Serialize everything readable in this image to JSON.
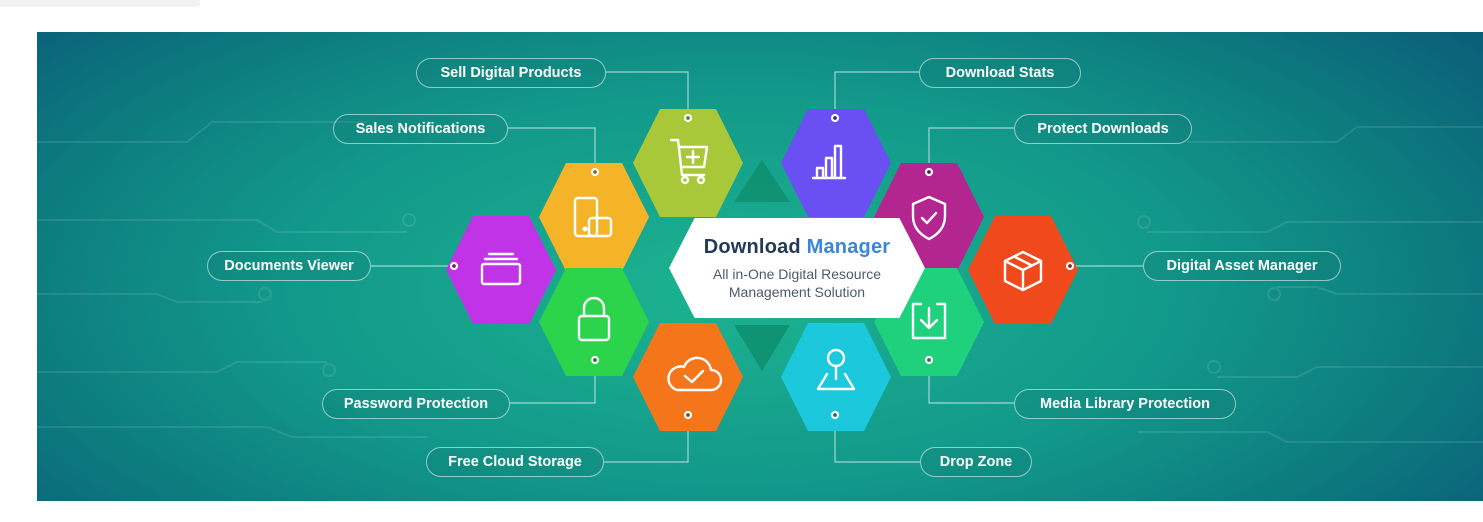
{
  "center": {
    "title_part1": "Download",
    "title_part2": "Manager",
    "subtitle": "All in-One Digital Resource Management Solution"
  },
  "features": [
    {
      "label": "Sell Digital Products",
      "icon": "cart-plus-icon",
      "color": "#a8c83a"
    },
    {
      "label": "Sales Notifications",
      "icon": "phone-notification-icon",
      "color": "#f5b427"
    },
    {
      "label": "Documents Viewer",
      "icon": "documents-stack-icon",
      "color": "#c133e6"
    },
    {
      "label": "Password Protection",
      "icon": "padlock-icon",
      "color": "#2bd44a"
    },
    {
      "label": "Free Cloud Storage",
      "icon": "cloud-check-icon",
      "color": "#f5751b"
    },
    {
      "label": "Download Stats",
      "icon": "bar-chart-icon",
      "color": "#6a4ff2"
    },
    {
      "label": "Protect Downloads",
      "icon": "shield-check-icon",
      "color": "#b3268f"
    },
    {
      "label": "Digital Asset Manager",
      "icon": "box-icon",
      "color": "#f04a1c"
    },
    {
      "label": "Media Library Protection",
      "icon": "download-frame-icon",
      "color": "#1fd07c"
    },
    {
      "label": "Drop Zone",
      "icon": "location-pin-icon",
      "color": "#1bc8dc"
    }
  ],
  "colors": {
    "background_center": "#1cb390",
    "background_edge": "#0a5577",
    "title_dark": "#223a59",
    "title_accent": "#3a86d8"
  }
}
